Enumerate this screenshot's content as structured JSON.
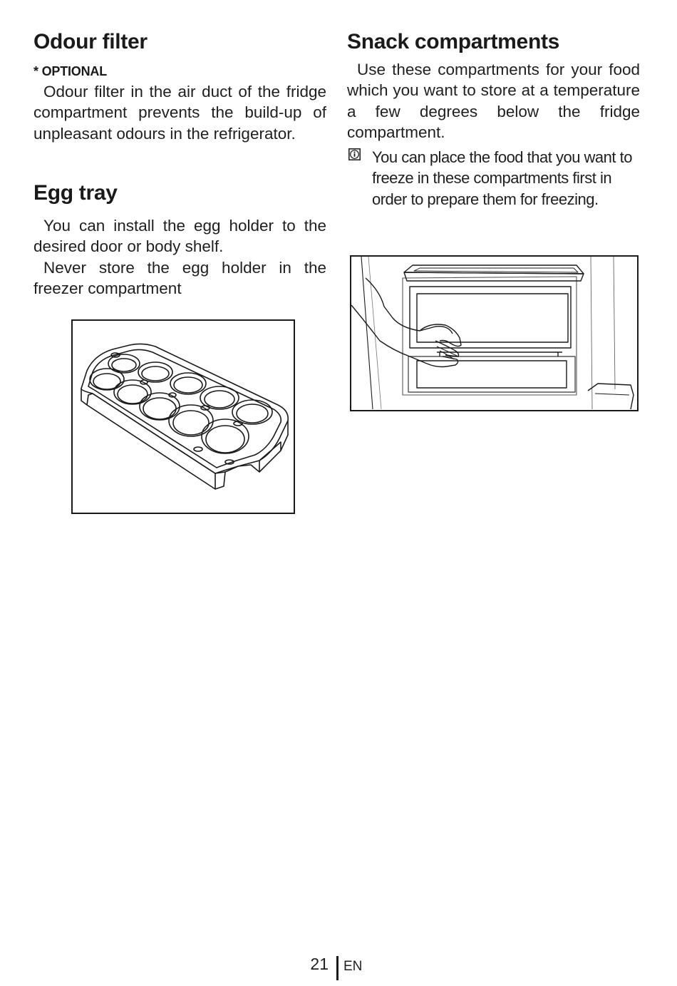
{
  "left_column": {
    "odour_filter": {
      "heading": "Odour filter",
      "optional_label": "* OPTIONAL",
      "text": "Odour filter in the air duct of the fridge compartment prevents the build-up of unpleasant odours in the refrigerator."
    },
    "egg_tray": {
      "heading": "Egg tray",
      "text_1": "You can install the egg holder to the desired door or body shelf.",
      "text_2": "Never store the egg holder in the freezer compartment"
    }
  },
  "right_column": {
    "snack_compartments": {
      "heading": "Snack compartments",
      "text": "Use these compartments for your food which you want to store at a temperature a few degrees below the fridge compartment.",
      "note_icon": "info-icon",
      "note": "You can place the food that you want to freeze in these compartments first in order to prepare them for freezing."
    }
  },
  "footer": {
    "page_number": "21",
    "language": "EN"
  }
}
